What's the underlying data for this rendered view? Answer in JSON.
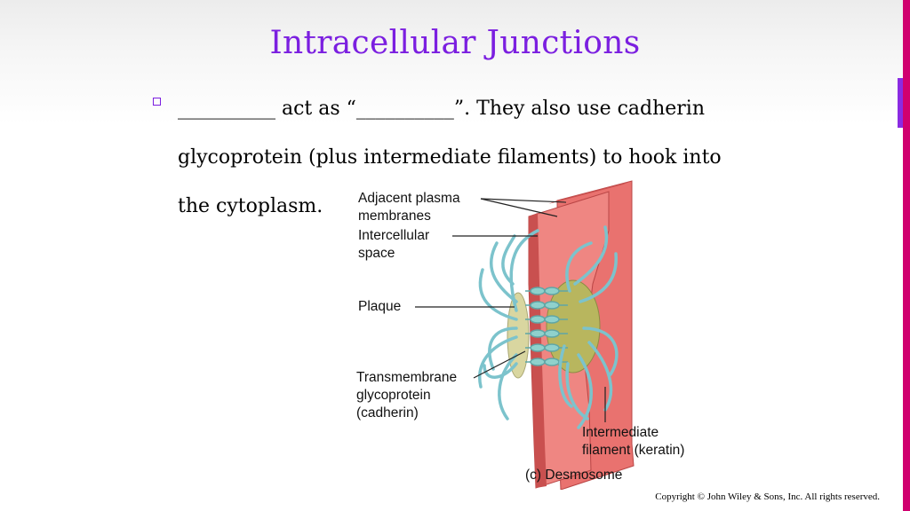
{
  "slide": {
    "title": "Intracellular Junctions",
    "bullet_lines": [
      "__________ act as “__________”.  They also use cadherin",
      "glycoprotein (plus intermediate filaments) to hook into",
      "the cytoplasm."
    ],
    "copyright": "Copyright © John Wiley & Sons, Inc. All rights reserved."
  },
  "figure": {
    "labels": {
      "plasma_line1": "Adjacent plasma",
      "plasma_line2": "membranes",
      "space_line1": "Intercellular",
      "space_line2": "space",
      "plaque": "Plaque",
      "glyco_line1": "Transmembrane",
      "glyco_line2": "glycoprotein",
      "glyco_line3": "(cadherin)",
      "filament_line1": "Intermediate",
      "filament_line2": "filament (keratin)",
      "caption": "(c) Desmosome"
    },
    "colors": {
      "membrane": "#e9726f",
      "membrane_dark": "#c9504f",
      "plaque": "#d9d6a0",
      "filament": "#7cc3cc",
      "accent_title": "#7b1fe0",
      "accent_bar": "#d0006f"
    }
  }
}
